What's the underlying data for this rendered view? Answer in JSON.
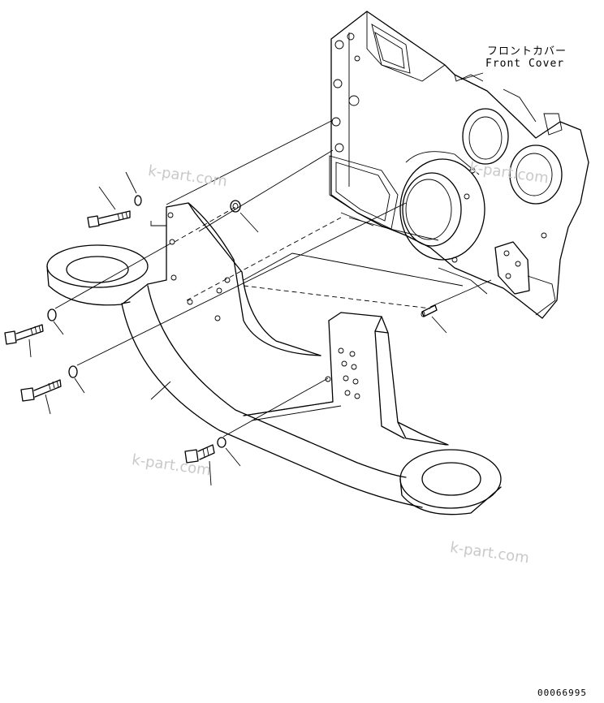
{
  "labels": {
    "front_cover_jp": "フロントカバー",
    "front_cover_en": "Front Cover",
    "figure_number": "00066995"
  },
  "watermarks": [
    "k-part.com",
    "k-part.com",
    "k-part.com",
    "k-part.com"
  ]
}
